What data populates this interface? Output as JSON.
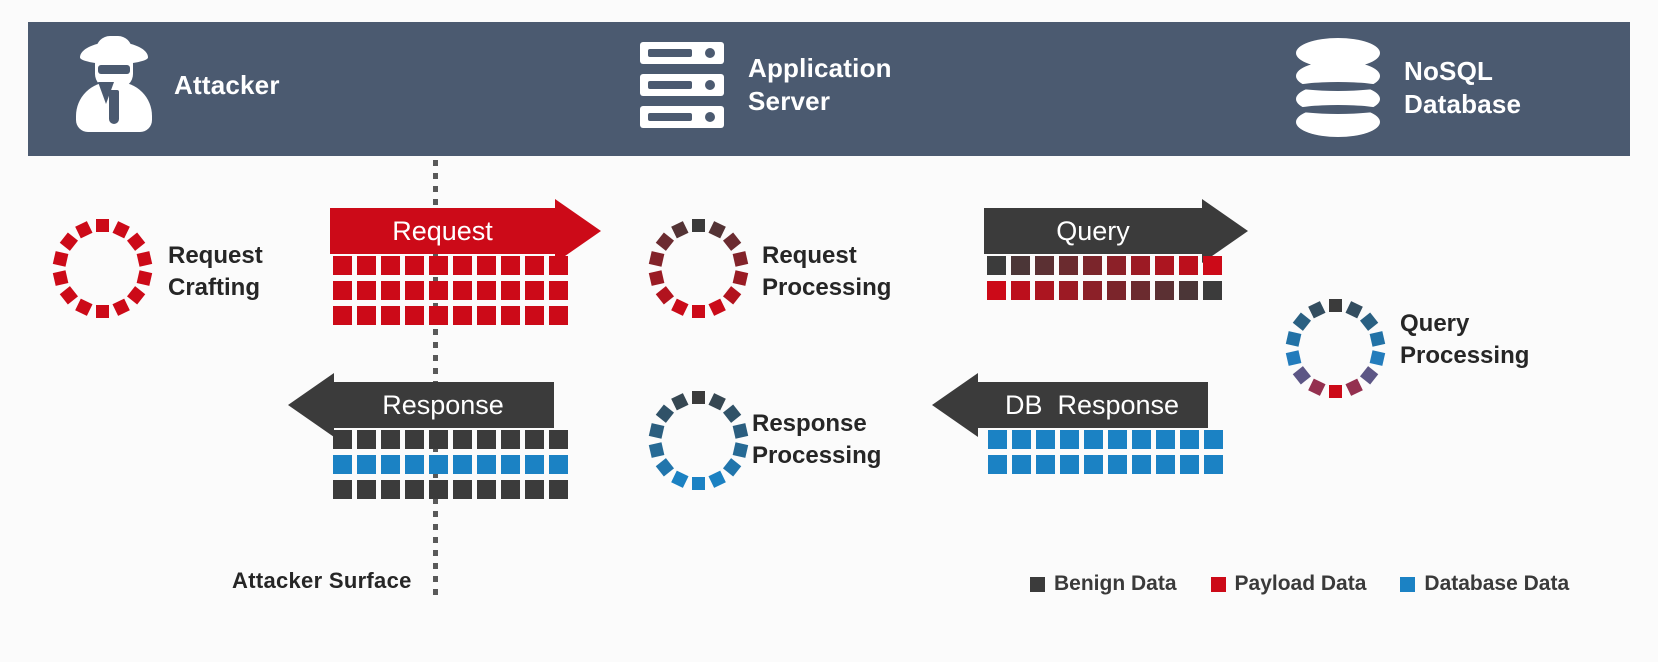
{
  "colors": {
    "header_bg": "#4b5a70",
    "page_bg": "#fbfbfb",
    "benign": "#3b3b3b",
    "payload": "#cc0a18",
    "database": "#1b82c4",
    "arrow_dark": "#3b3b3b",
    "arrow_red": "#cc0a18",
    "text_dark": "#262626",
    "surface_line": "#595959"
  },
  "header": {
    "items": [
      {
        "icon": "attacker-icon",
        "label": "Attacker"
      },
      {
        "icon": "server-icon",
        "label": "Application\nServer"
      },
      {
        "icon": "database-icon",
        "label": "NoSQL\nDatabase"
      }
    ]
  },
  "surface": {
    "label": "Attacker Surface"
  },
  "nodes": [
    {
      "id": "request-crafting",
      "label": "Request\nCrafting",
      "ring": "all-payload"
    },
    {
      "id": "request-processing",
      "label": "Request\nProcessing",
      "ring": "benign-to-payload"
    },
    {
      "id": "query-processing",
      "label": "Query\nProcessing",
      "ring": "benign-blue-payload"
    },
    {
      "id": "response-processing",
      "label": "Response\nProcessing",
      "ring": "benign-to-database"
    }
  ],
  "flows": [
    {
      "id": "request-flow",
      "label": "Request",
      "direction": "right",
      "arrow_color": "#cc0a18",
      "grid": {
        "columns": 10,
        "rows": 3,
        "row_kinds": [
          "payload",
          "payload",
          "payload"
        ]
      }
    },
    {
      "id": "query-flow",
      "label": "Query",
      "direction": "right",
      "arrow_color": "#3b3b3b",
      "grid": {
        "columns": 10,
        "rows": 2,
        "row_kinds": [
          "benign-to-payload",
          "payload-to-benign"
        ]
      }
    },
    {
      "id": "response-flow",
      "label": "Response",
      "direction": "left",
      "arrow_color": "#3b3b3b",
      "grid": {
        "columns": 10,
        "rows": 3,
        "row_kinds": [
          "benign",
          "database",
          "benign"
        ]
      }
    },
    {
      "id": "db-response-flow",
      "label": "DB  Response",
      "direction": "left",
      "arrow_color": "#3b3b3b",
      "grid": {
        "columns": 10,
        "rows": 2,
        "row_kinds": [
          "database",
          "database"
        ]
      }
    }
  ],
  "legend": {
    "items": [
      {
        "label": "Benign Data",
        "color": "#3b3b3b"
      },
      {
        "label": "Payload Data",
        "color": "#cc0a18"
      },
      {
        "label": "Database Data",
        "color": "#1b82c4"
      }
    ]
  }
}
